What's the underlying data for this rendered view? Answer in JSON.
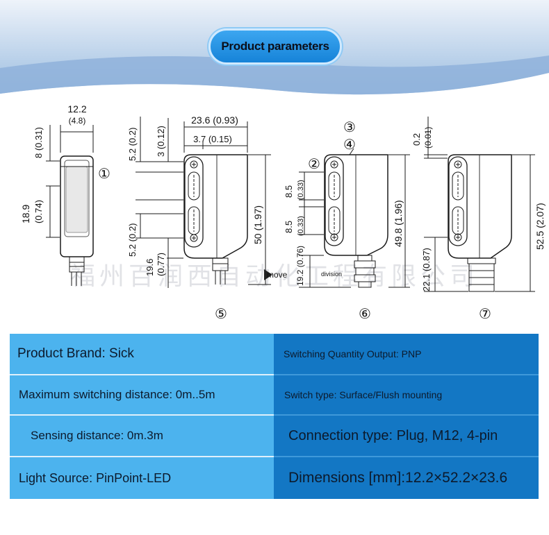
{
  "header": {
    "title": "Product parameters"
  },
  "watermark": "福州百润西自动化工程有限公司",
  "drawing": {
    "views": {
      "view1": {
        "width": "12.2",
        "width_in": "(4.8)",
        "top": "8 (0.31)",
        "body": "18.9",
        "body_in": "(0.74)",
        "callout": "①"
      },
      "view2": {
        "width": "23.6 (0.93)",
        "offset": "3.7 (0.15)",
        "top_small": "5.2 (0.2)",
        "top_tiny": "3 (0.12)",
        "bottom_small": "5.2 (0.2)",
        "lower": "19.6",
        "lower_in": "(0.77)",
        "height": "50 (1.97)",
        "callout": "⑤"
      },
      "view3": {
        "pitch1": "8.5",
        "pitch1_in": "(0.33)",
        "pitch2": "8.5",
        "pitch2_in": "(0.33)",
        "lower": "19.2 (0.76)",
        "height": "49.8 (1.96)",
        "callout_top1": "③",
        "callout_top2": "④",
        "callout_side": "②",
        "callout_bottom": "⑥",
        "note": "division"
      },
      "view4": {
        "top": "0.2",
        "top_in": "(0.01)",
        "lower": "22.1 (0.87)",
        "height": "52.5 (2.07)",
        "callout": "⑦"
      }
    },
    "move_label": "move"
  },
  "specs": {
    "rows": [
      {
        "left": "Product Brand: Sick",
        "right": "Switching Quantity Output: PNP"
      },
      {
        "left": "Maximum switching distance: 0m..5m",
        "right": "Switch type: Surface/Flush mounting"
      },
      {
        "left": "Sensing distance: 0m.3m",
        "right": "Connection type: Plug, M12, 4-pin"
      },
      {
        "left": "Light Source: PinPoint-LED",
        "right": "Dimensions [mm]:12.2×52.2×23.6"
      }
    ]
  },
  "colors": {
    "banner_top": "#e6eef8",
    "banner_bottom": "#8fb4dc",
    "pill": "#1f8fe3",
    "table_left": "#4cb3ee",
    "table_right": "#1377c4"
  }
}
